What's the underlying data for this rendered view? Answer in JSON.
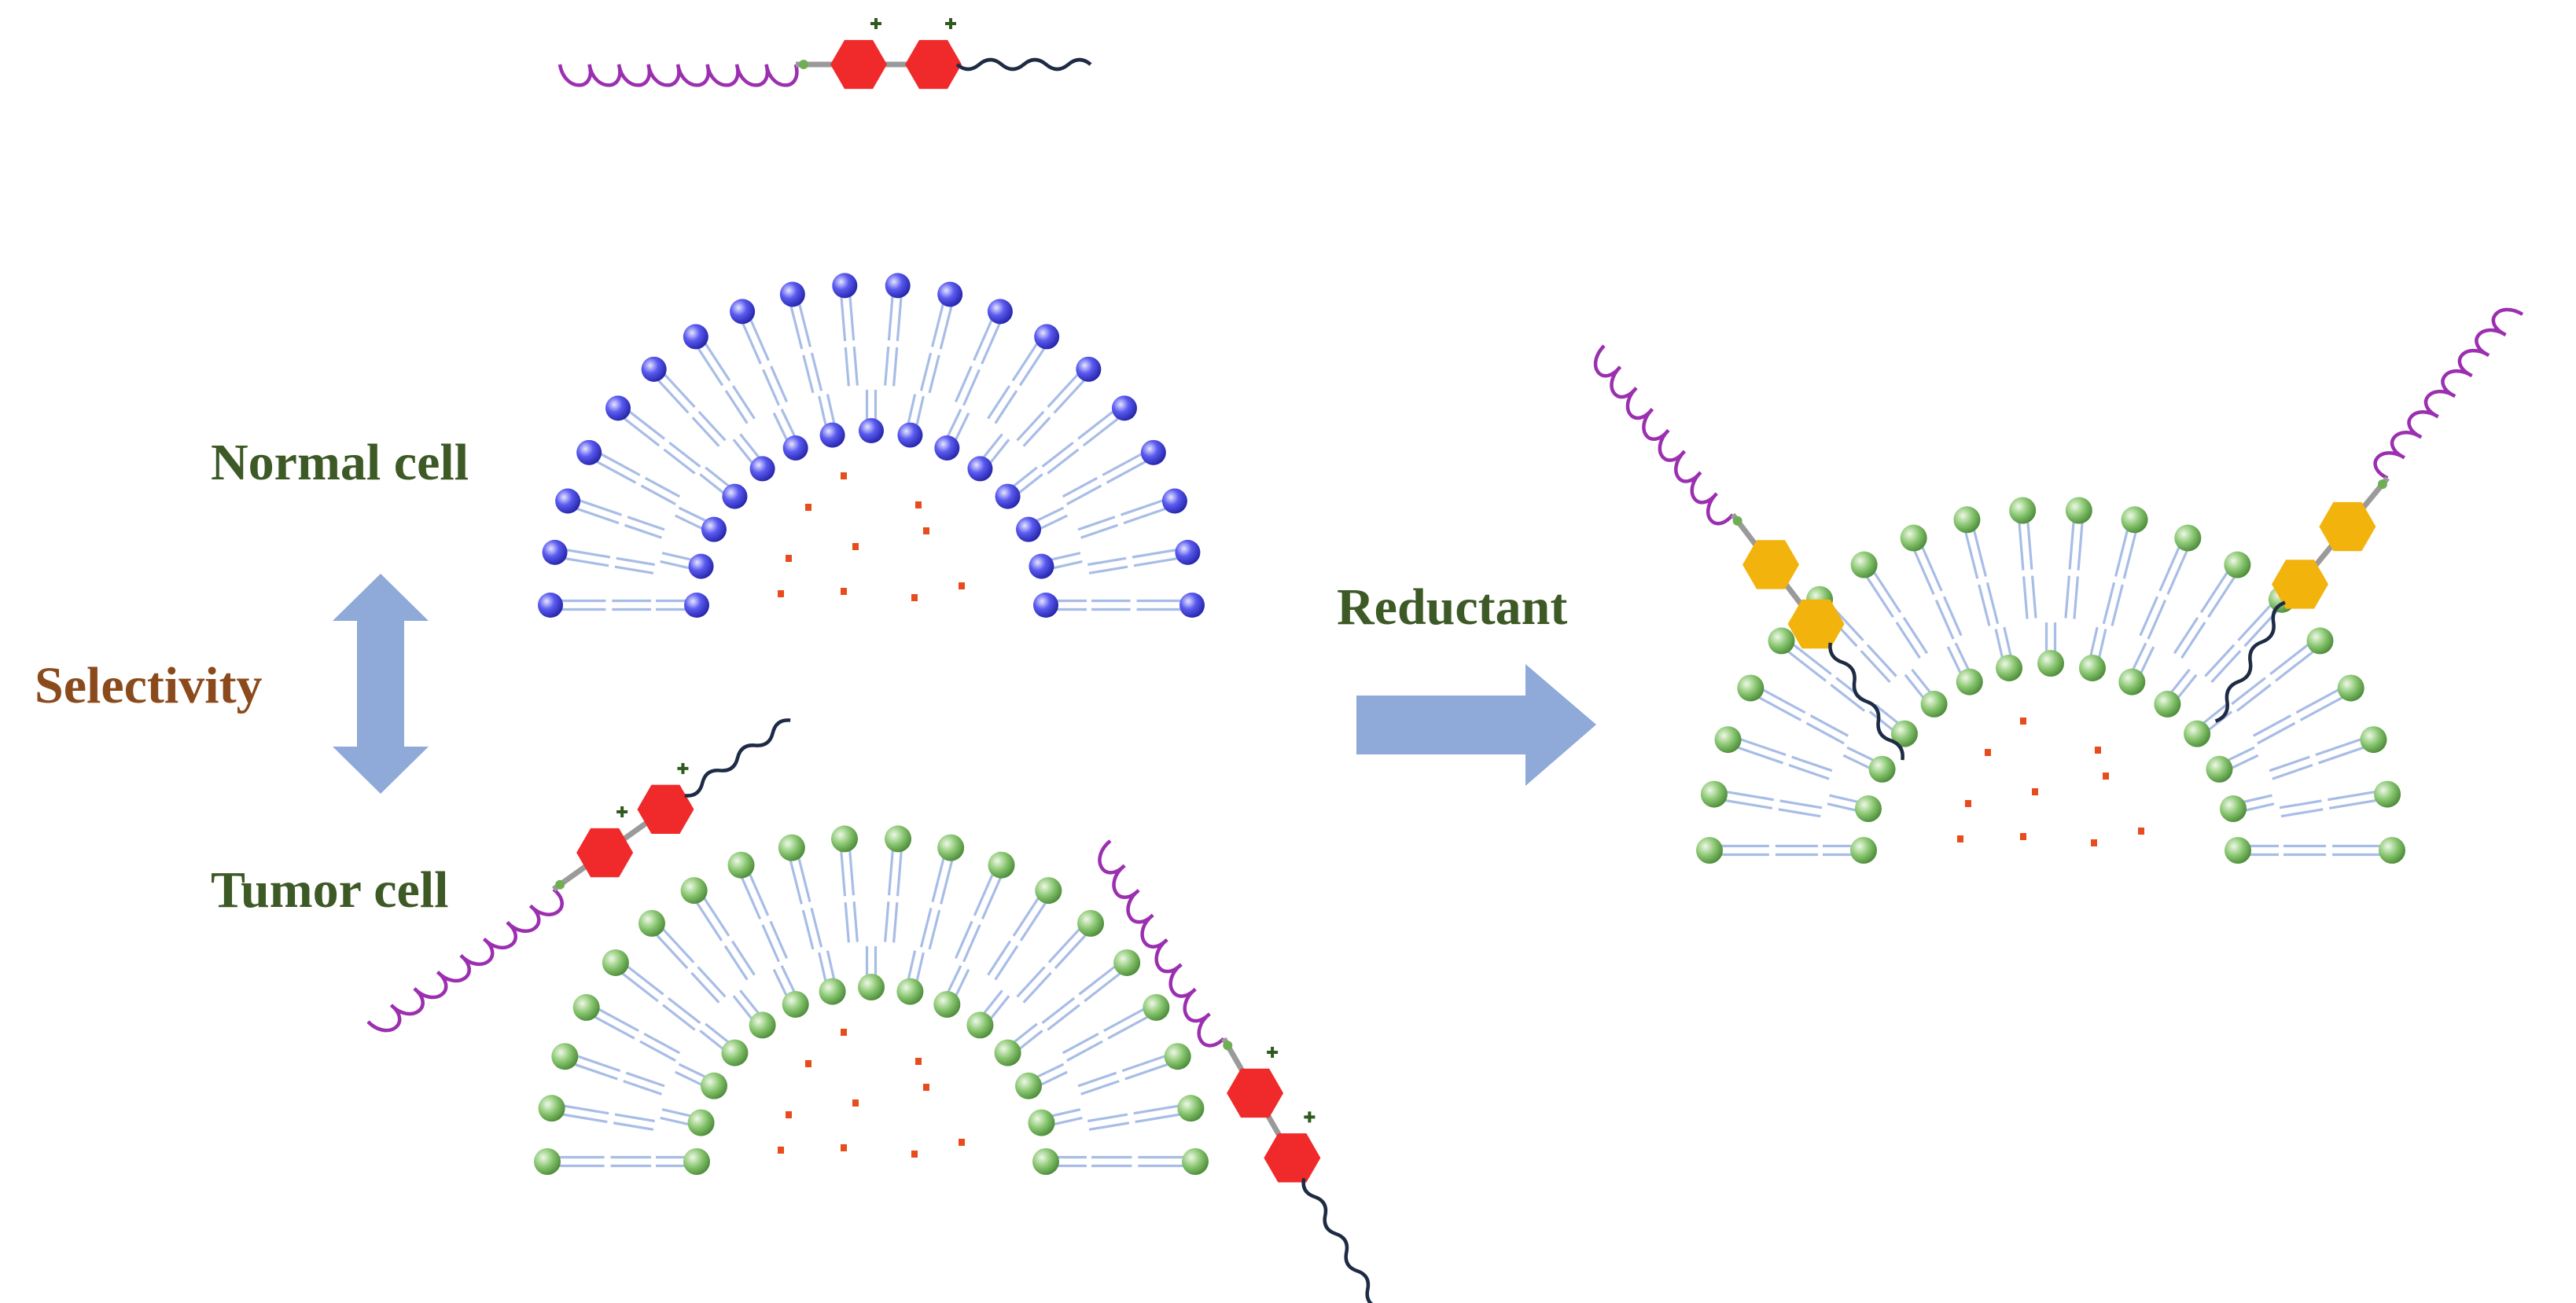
{
  "labels": {
    "normal_cell": "Normal cell",
    "tumor_cell": "Tumor cell",
    "selectivity": "Selectivity",
    "reductant": "Reductant"
  },
  "colors": {
    "label_green": "#3d5a26",
    "label_brown": "#8b4a1c",
    "normal_head": "#3c3ce0",
    "tumor_head": "#6fae55",
    "lipid_tail": "#a8bde6",
    "helix": "#9b2fb0",
    "hexagon_red": "#f02a2a",
    "hexagon_gold": "#f2b40c",
    "tail_dark": "#1e2b44",
    "arrow": "#8fa9d8",
    "cargo": "#e84b1c"
  },
  "icons": {
    "selectivity_arrow": "double-headed-vertical-arrow",
    "reductant_arrow": "right-arrow"
  }
}
